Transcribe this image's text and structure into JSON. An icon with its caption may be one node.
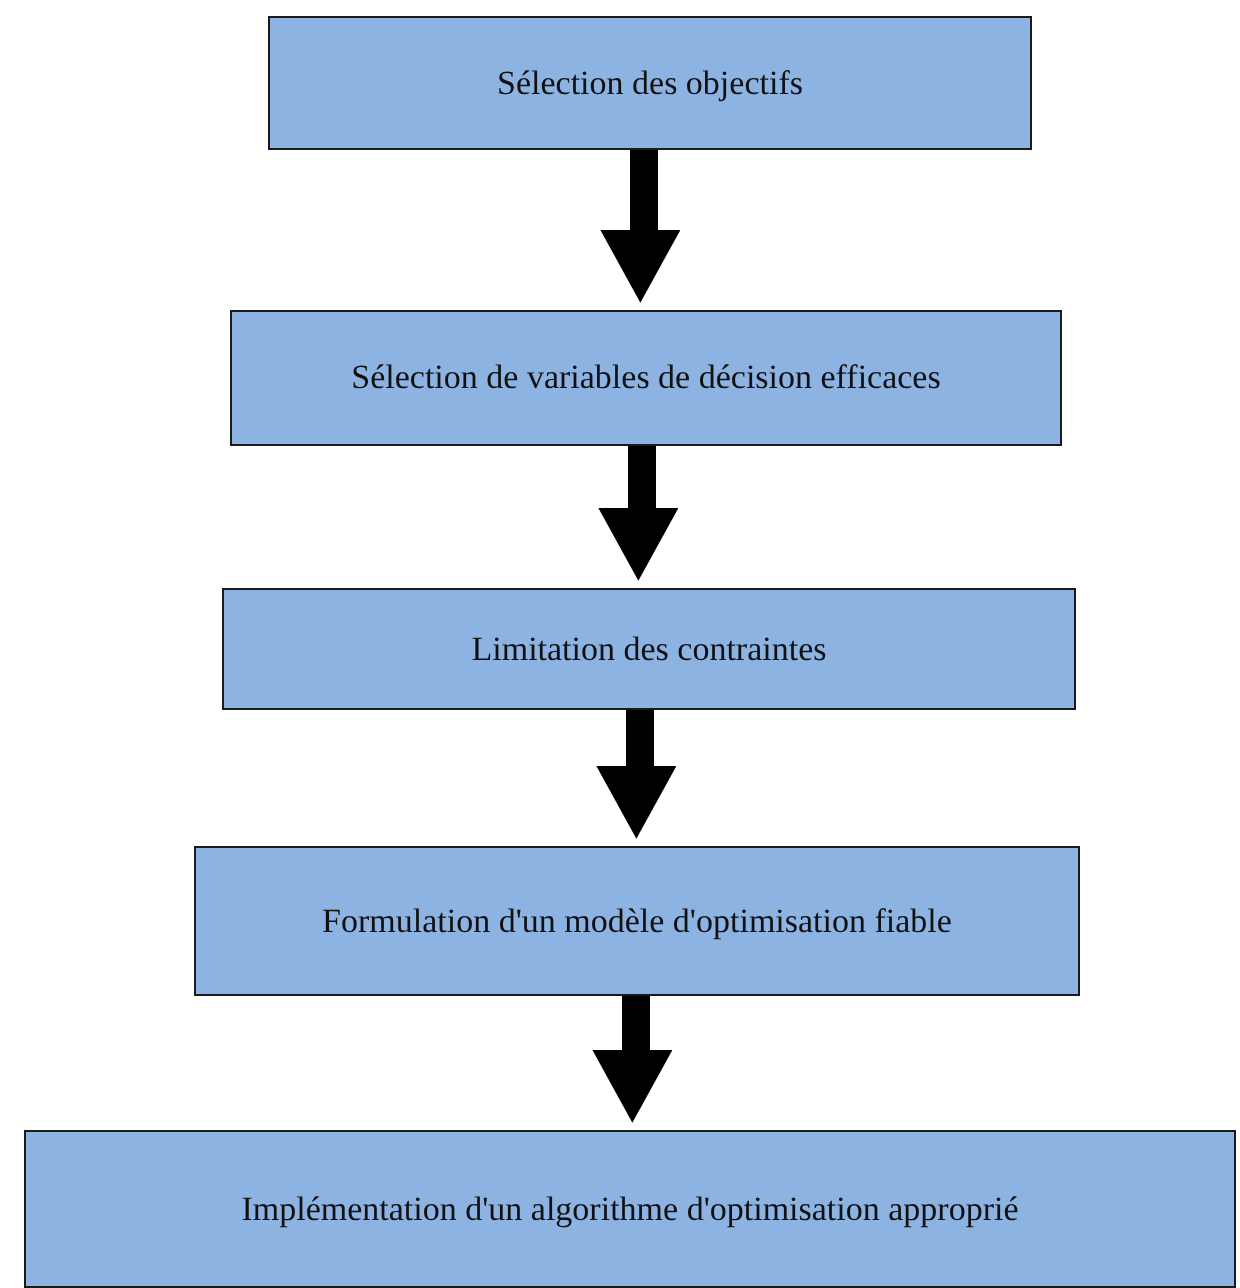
{
  "diagram": {
    "nodes": [
      {
        "text": [
          "Sélection des objectifs"
        ]
      },
      {
        "text": [
          "Sélection de variables de décision efficaces"
        ]
      },
      {
        "text": [
          "Limitation des contraintes"
        ]
      },
      {
        "text": [
          "Formulation d'un modèle d'optimisation fiable"
        ]
      },
      {
        "text": [
          "Implémentation d'un algorithme d'optimisation approprié"
        ]
      }
    ],
    "edges": [
      {
        "from": 0,
        "to": 1,
        "arrow": "to"
      },
      {
        "from": 1,
        "to": 2,
        "arrow": "to"
      },
      {
        "from": 2,
        "to": 3,
        "arrow": "to"
      },
      {
        "from": 3,
        "to": 4,
        "arrow": "to"
      }
    ]
  }
}
